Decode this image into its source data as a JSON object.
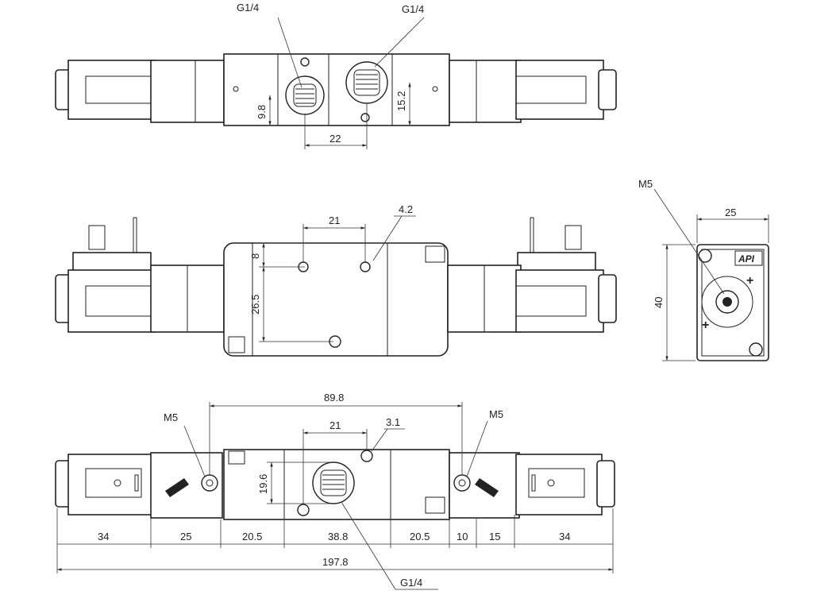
{
  "labels": {
    "top_port_left": "G1/4",
    "top_port_right": "G1/4",
    "top_dim_port_spacing": "22",
    "top_dim_left_height": "9.8",
    "top_dim_right_height": "15.2",
    "mid_dim_hole_spacing": "21",
    "mid_dim_hole_dia": "4.2",
    "mid_dim_top_offset": "8",
    "mid_dim_hole_vertical": "26.5",
    "side_thread": "M5",
    "side_width": "25",
    "side_height": "40",
    "side_brand": "API",
    "bot_dim_overall_ports": "89.8",
    "bot_thread_left": "M5",
    "bot_thread_right": "M5",
    "bot_dim_hole_spacing": "21",
    "bot_dim_hole_dia": "3.1",
    "bot_dim_port_height": "19.6",
    "bot_port": "G1/4",
    "seg_1": "34",
    "seg_2": "25",
    "seg_3": "20.5",
    "seg_4": "38.8",
    "seg_5": "20.5",
    "seg_6": "10",
    "seg_7": "15",
    "seg_8": "34",
    "total_length": "197.8"
  }
}
